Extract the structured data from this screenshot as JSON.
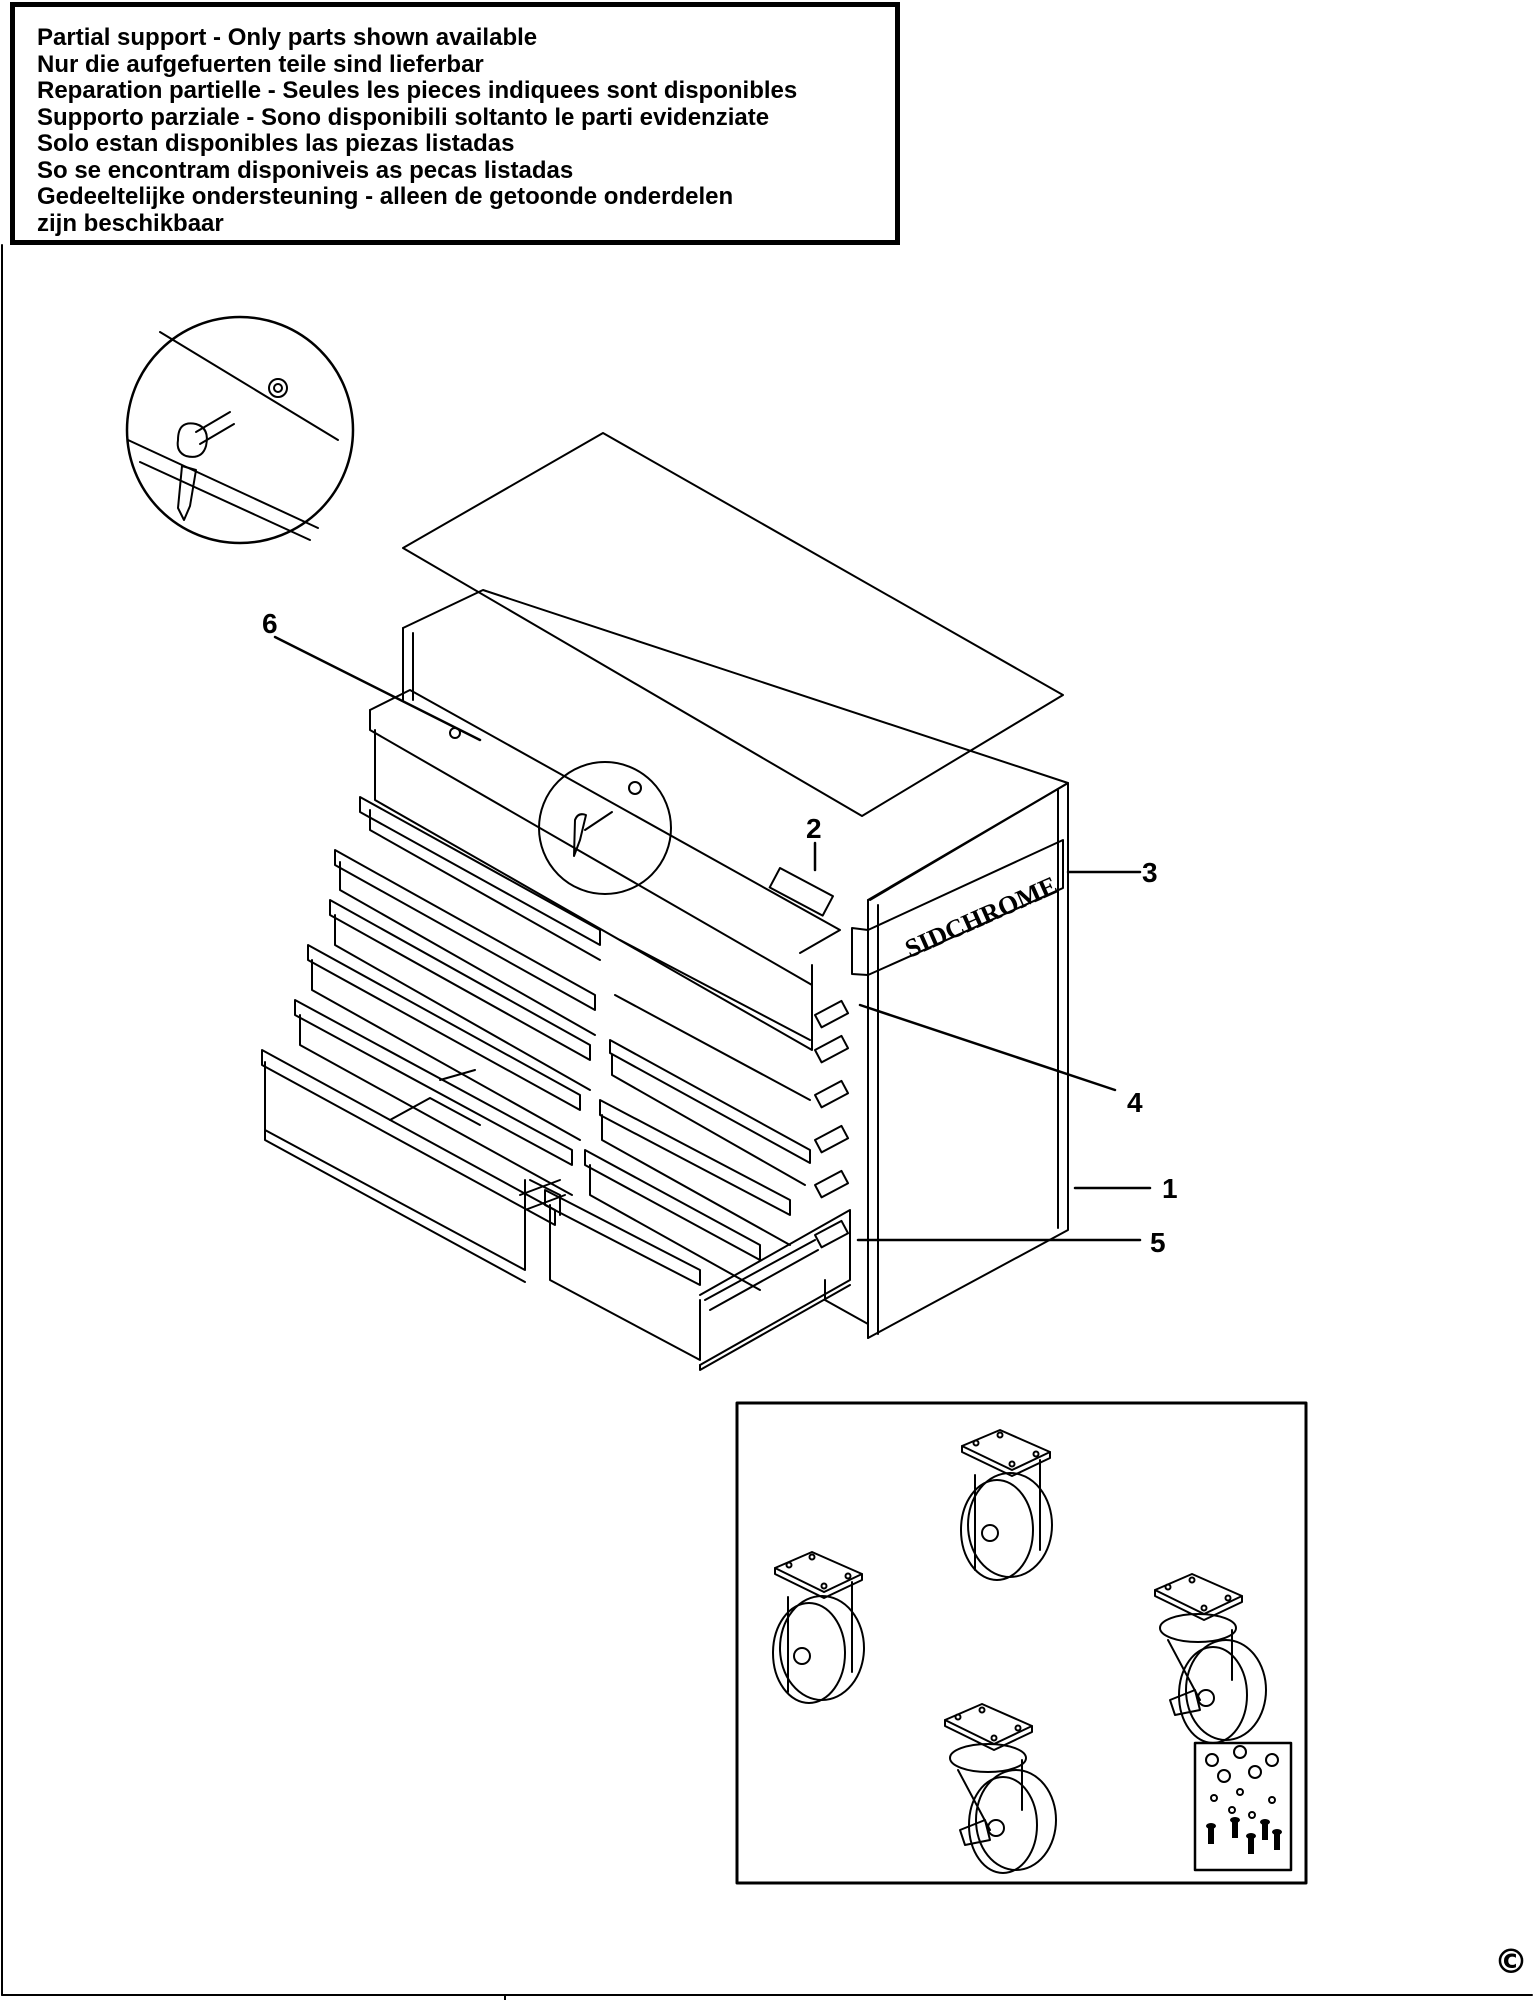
{
  "notice": {
    "lines": [
      "Partial support - Only parts shown available",
      "Nur die aufgefuerten teile sind lieferbar",
      "Reparation partielle - Seules les pieces indiquees sont disponibles",
      "Supporto parziale - Sono disponibili soltanto le parti evidenziate",
      "Solo estan disponibles las piezas listadas",
      "So se encontram disponiveis as pecas listadas",
      "Gedeeltelijke ondersteuning - alleen de getoonde onderdelen",
      "zijn beschikbaar"
    ]
  },
  "cabinet": {
    "brand_label": "SIDCHROME"
  },
  "callouts": {
    "c1": "1",
    "c2": "2",
    "c3": "3",
    "c4": "4",
    "c5": "5",
    "c6": "6"
  },
  "copyright": "©",
  "colors": {
    "ink": "#000000",
    "paper": "#ffffff"
  }
}
